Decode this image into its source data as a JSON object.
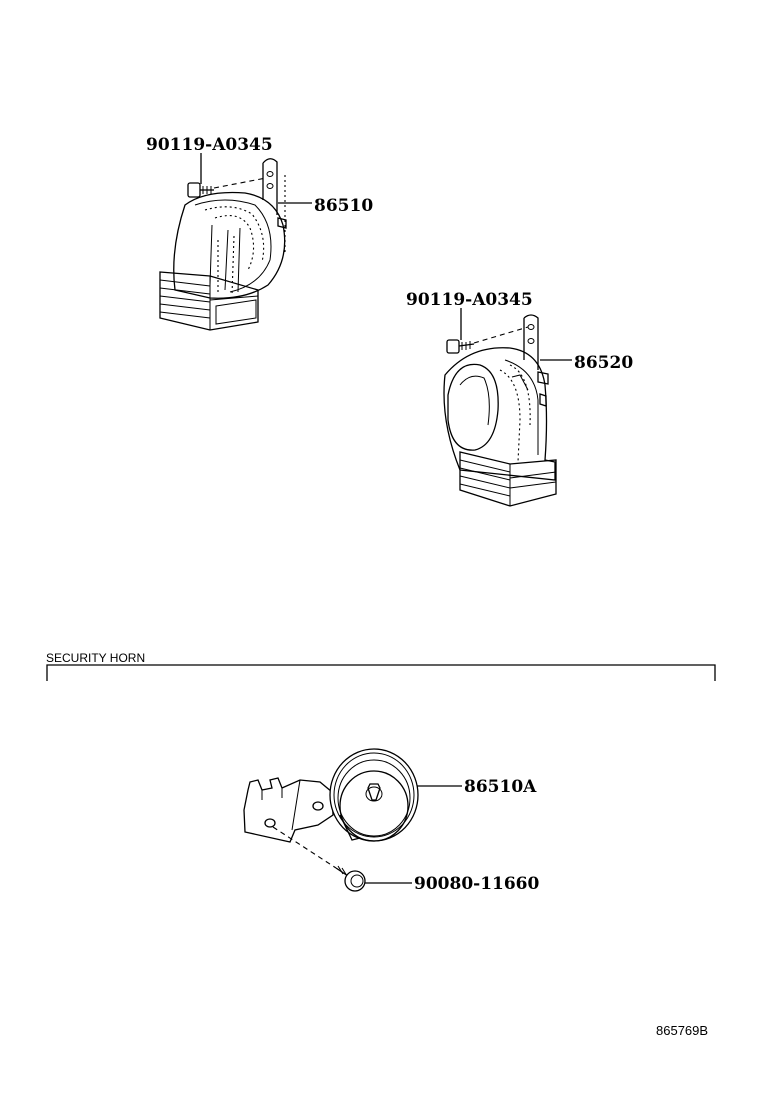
{
  "parts": {
    "bolt_a_upper": "90119-A0345",
    "horn_high": "86510",
    "bolt_a_lower": "90119-A0345",
    "horn_low": "86520",
    "security_horn": "86510A",
    "security_bolt": "90080-11660"
  },
  "section": {
    "title": "SECURITY HORN"
  },
  "figure_ref": "865769B"
}
